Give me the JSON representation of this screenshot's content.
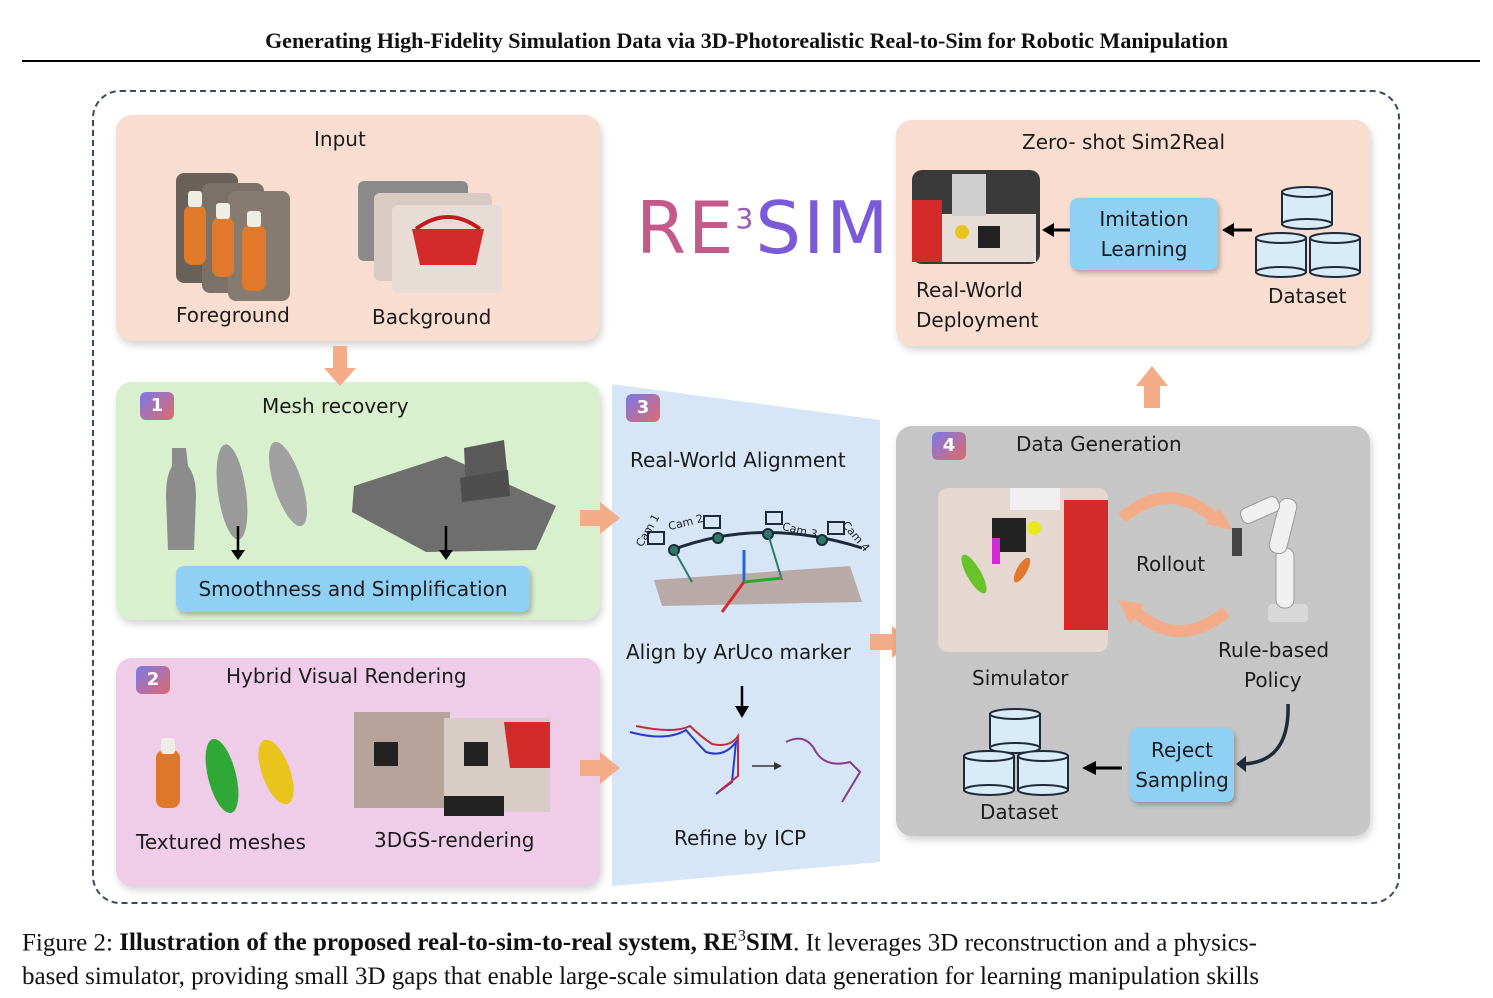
{
  "header": {
    "title": "Generating High-Fidelity Simulation Data via 3D-Photorealistic Real-to-Sim for Robotic Manipulation"
  },
  "logo": {
    "re": "RE",
    "sup": "3",
    "sim": "SIM"
  },
  "input": {
    "title": "Input",
    "foreground": "Foreground",
    "background": "Background"
  },
  "step1": {
    "num": "1",
    "title": "Mesh recovery",
    "button": "Smoothness and Simplification"
  },
  "step2": {
    "num": "2",
    "title": "Hybrid Visual Rendering",
    "textured": "Textured meshes",
    "gs": "3DGS-rendering"
  },
  "step3": {
    "num": "3",
    "title": "Real-World Alignment",
    "cams": [
      "Cam 1",
      "Cam 2",
      "Cam 3",
      "Cam 4"
    ],
    "aruco": "Align by ArUco marker",
    "icp": "Refine by ICP"
  },
  "step4": {
    "num": "4",
    "title": "Data Generation",
    "simulator": "Simulator",
    "rollout": "Rollout",
    "policy_l1": "Rule-based",
    "policy_l2": "Policy",
    "reject_l1": "Reject",
    "reject_l2": "Sampling",
    "dataset": "Dataset"
  },
  "zero": {
    "title": "Zero- shot Sim2Real",
    "il_l1": "Imitation",
    "il_l2": "Learning",
    "deploy_l1": "Real-World",
    "deploy_l2": "Deployment",
    "dataset": "Dataset"
  },
  "caption": {
    "prefix": "Figure 2: ",
    "bold": "Illustration of the proposed real-to-sim-to-real system, R",
    "bold_e": "E",
    "bold_sup": "3",
    "bold_s": "S",
    "bold_im": "IM",
    "rest1": ". It leverages 3D reconstruction and a physics-",
    "line2": "based simulator, providing small 3D gaps that enable large-scale simulation data generation for learning manipulation skills"
  },
  "colors": {
    "input_bg": "#f8ddd0",
    "mesh_bg": "#d9f0cf",
    "hybrid_bg": "#efcde8",
    "data_bg": "#c6c6c6",
    "align_bg": "#d6e6f6",
    "button_bg": "#8fd0f4",
    "arrow_orange": "#f4ac88"
  }
}
